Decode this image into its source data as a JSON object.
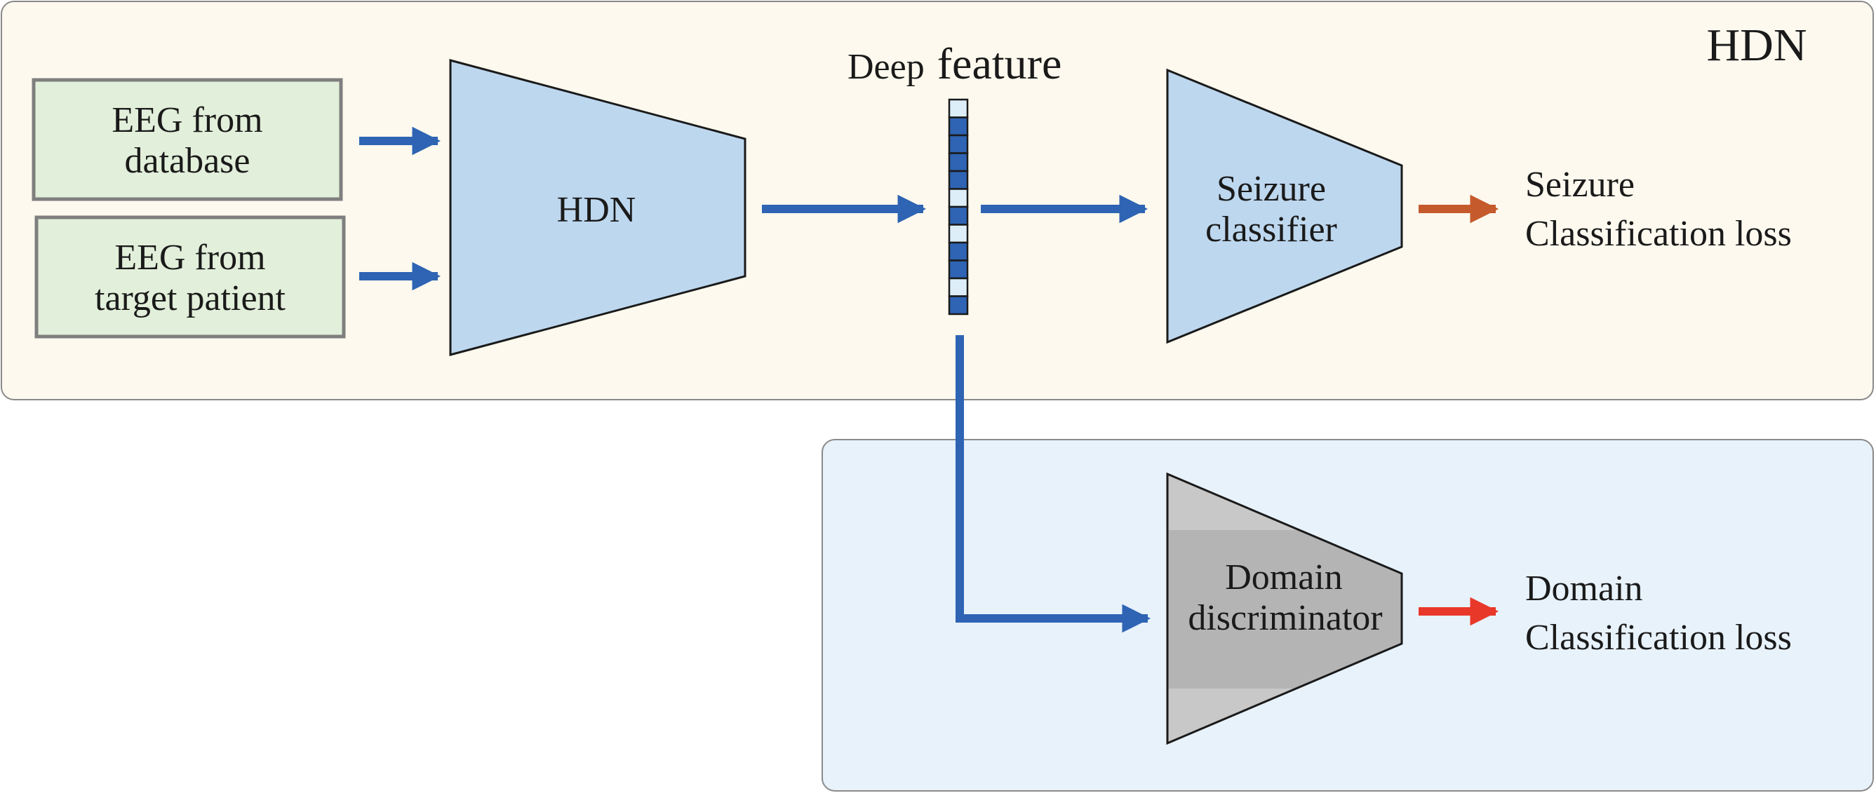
{
  "title": "HDN",
  "inputs": {
    "database": [
      "EEG from",
      "database"
    ],
    "target": [
      "EEG from",
      "target patient"
    ]
  },
  "encoder_label": "HDN",
  "feature": {
    "small": "Deep",
    "large": "feature"
  },
  "seizure_classifier": [
    "Seizure",
    "classifier"
  ],
  "seizure_loss": [
    "Seizure",
    "Classification loss"
  ],
  "domain_discriminator": [
    "Domain",
    "discriminator"
  ],
  "domain_loss": [
    "Domain",
    "Classification loss"
  ],
  "feature_cells": [
    "light",
    "dark",
    "dark",
    "dark",
    "dark",
    "light",
    "dark",
    "light",
    "dark",
    "dark",
    "light",
    "dark"
  ],
  "colors": {
    "hdn_panel_bg": "#fdf9ee",
    "domain_panel_bg": "#e8f2fb",
    "input_fill": "#e2efda",
    "trapezoid_blue": "#bdd7ee",
    "trapezoid_gray": "#c4c4c4",
    "arrow_blue": "#2e64b3",
    "arrow_orange": "#c55a2c",
    "arrow_red": "#e8382a",
    "cell_dark": "#2e64b3",
    "cell_light": "#ddeef9"
  }
}
